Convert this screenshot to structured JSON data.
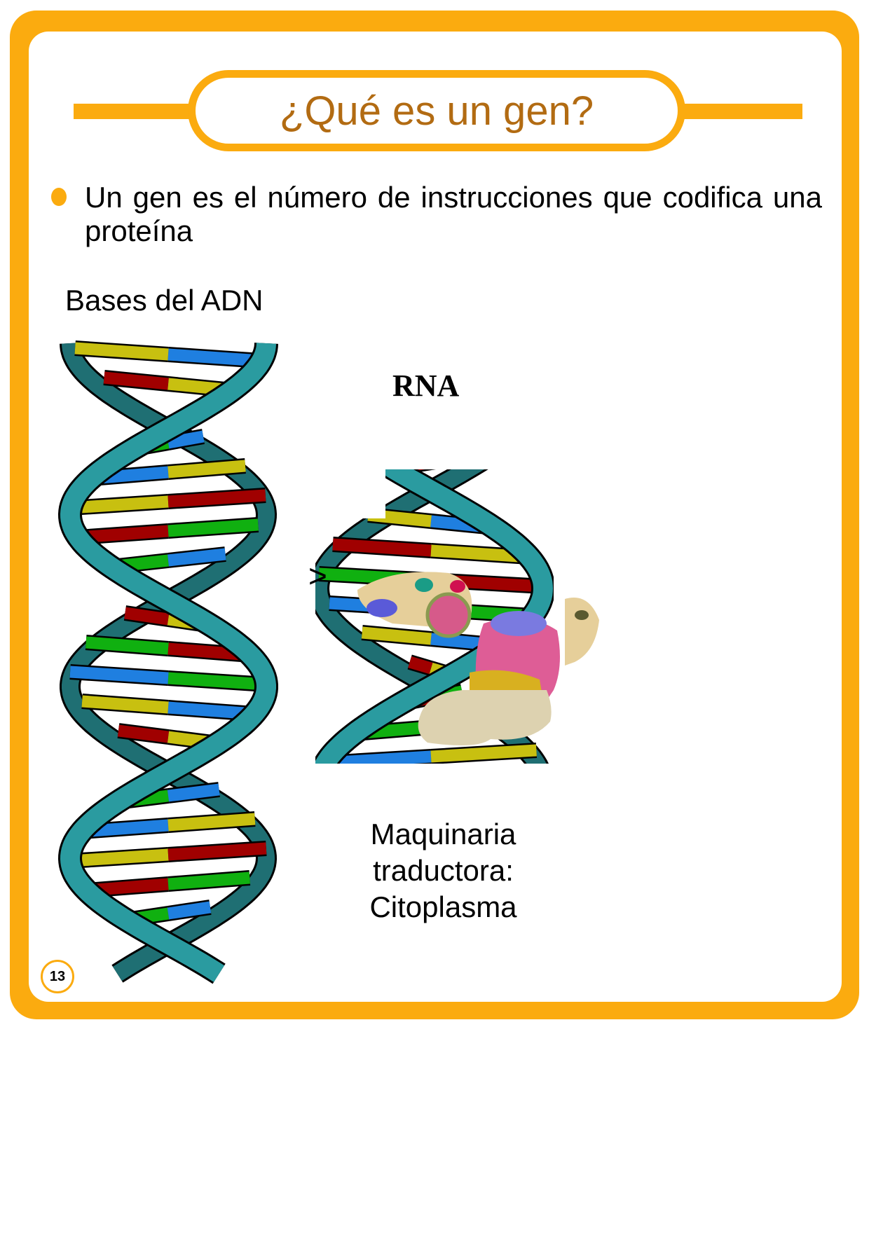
{
  "title": "¿Qué es un gen?",
  "bullet": "Un gen es el número de instrucciones que codifica una proteína",
  "labels": {
    "dna_bases": "Bases del ADN",
    "rna": "RNA",
    "arrow": ">",
    "machinery": [
      "Maquinaria",
      "traductora:",
      "Citoplasma"
    ]
  },
  "page_number": "13",
  "colors": {
    "accent": "#fbab0f",
    "title_text": "#b26b12",
    "strand": "#2a9ba0"
  }
}
